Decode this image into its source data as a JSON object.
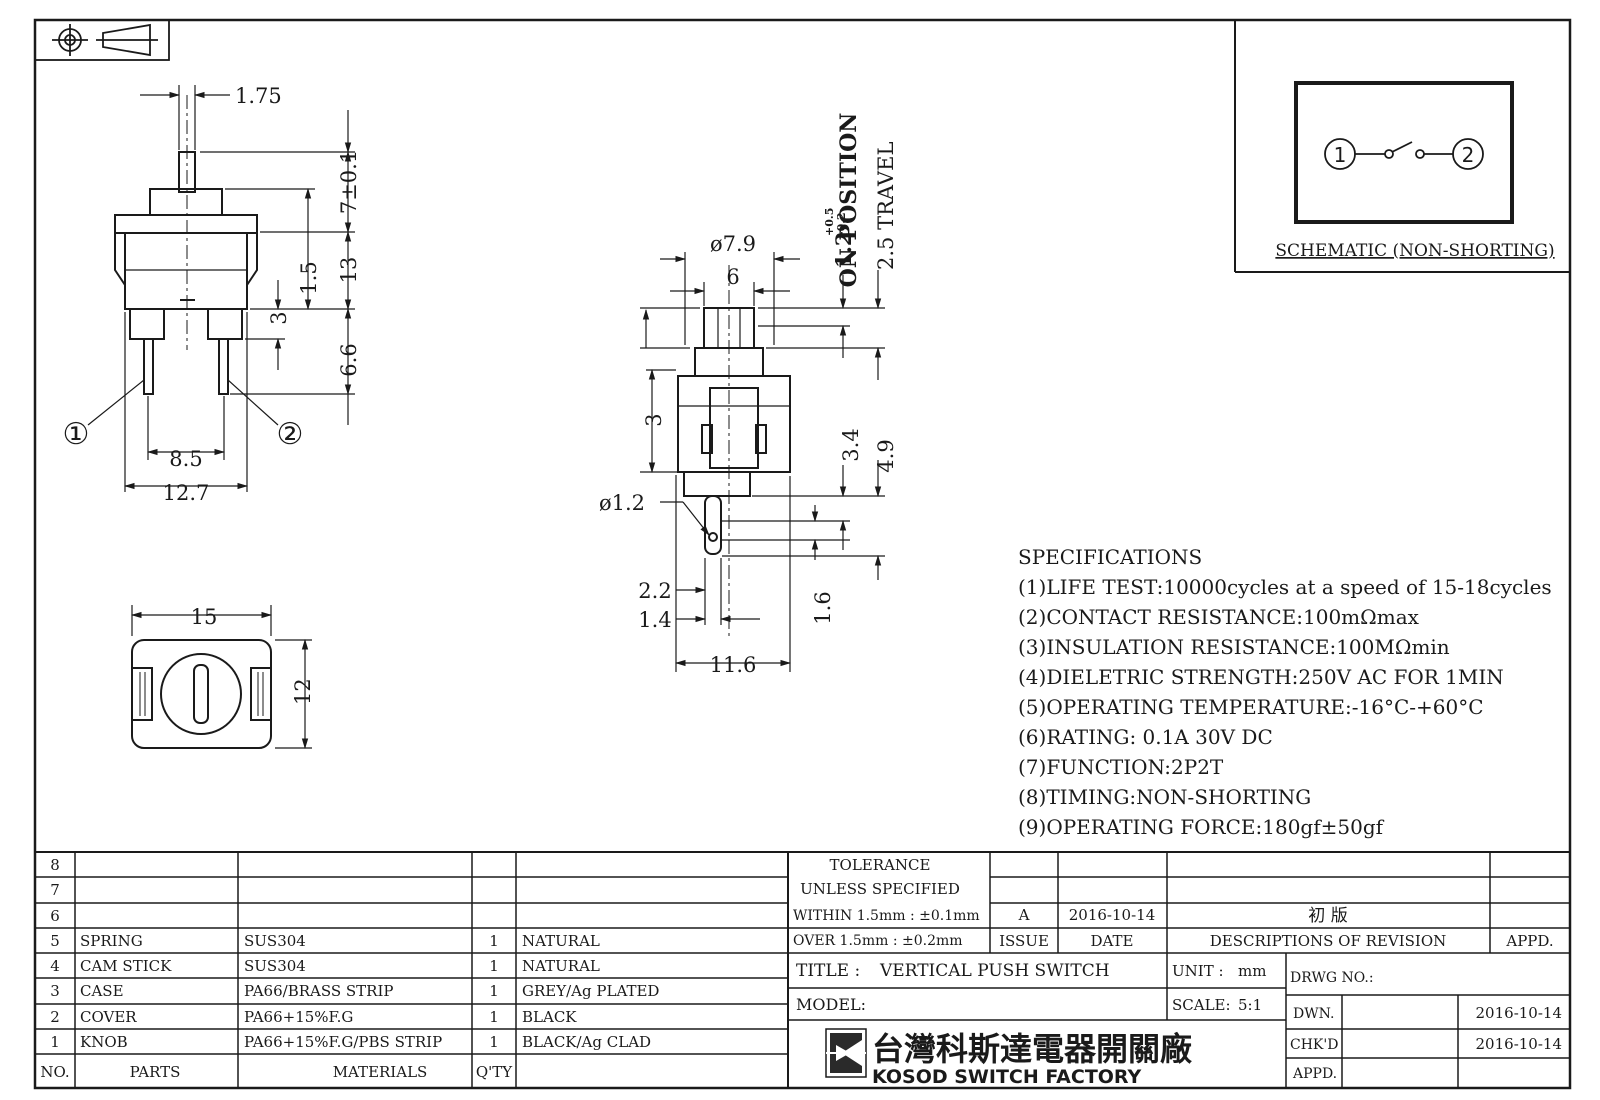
{
  "drawing": {
    "dims_front": {
      "d1_75": "1.75",
      "d7": "7±0.1",
      "d1_5": "1.5",
      "d13": "13",
      "d3": "3",
      "d6_6": "6.6",
      "d8_5": "8.5",
      "d12_7": "12.7",
      "pin1": "①",
      "pin2": "②"
    },
    "dims_bottom": {
      "d15": "15",
      "d12": "12"
    },
    "dims_side": {
      "d7_9": "ø7.9",
      "d6": "6",
      "on_position": "ON POSITION",
      "on_value": "1.2",
      "on_tol_plus": "+0.5",
      "on_tol_minus": "-0.2",
      "travel": "2.5 TRAVEL",
      "d3": "3",
      "d3_4": "3.4",
      "d4_9": "4.9",
      "d1_2": "ø1.2",
      "d2_2": "2.2",
      "d1_4": "1.4",
      "d1_6": "1.6",
      "d11_6": "11.6"
    },
    "schematic": {
      "label": "SCHEMATIC (NON-SHORTING)",
      "node1": "1",
      "node2": "2"
    }
  },
  "specifications": {
    "title": "SPECIFICATIONS",
    "items": [
      "(1)LIFE TEST:10000cycles at a speed of 15-18cycles",
      "(2)CONTACT RESISTANCE:100mΩmax",
      "(3)INSULATION RESISTANCE:100MΩmin",
      "(4)DIELETRIC STRENGTH:250V AC FOR 1MIN",
      "(5)OPERATING TEMPERATURE:-16°C-+60°C",
      "(6)RATING: 0.1A 30V DC",
      "(7)FUNCTION:2P2T",
      "(8)TIMING:NON-SHORTING",
      "(9)OPERATING FORCE:180gf±50gf"
    ]
  },
  "bom": {
    "headers": {
      "no": "NO.",
      "parts": "PARTS",
      "materials": "MATERIALS",
      "qty": "Q'TY"
    },
    "rows": [
      {
        "no": "8",
        "part": "",
        "material": "",
        "qty": "",
        "finish": ""
      },
      {
        "no": "7",
        "part": "",
        "material": "",
        "qty": "",
        "finish": ""
      },
      {
        "no": "6",
        "part": "",
        "material": "",
        "qty": "",
        "finish": ""
      },
      {
        "no": "5",
        "part": "SPRING",
        "material": "SUS304",
        "qty": "1",
        "finish": "NATURAL"
      },
      {
        "no": "4",
        "part": "CAM STICK",
        "material": "SUS304",
        "qty": "1",
        "finish": "NATURAL"
      },
      {
        "no": "3",
        "part": "CASE",
        "material": "PA66/BRASS STRIP",
        "qty": "1",
        "finish": "GREY/Ag PLATED"
      },
      {
        "no": "2",
        "part": "COVER",
        "material": "PA66+15%F.G",
        "qty": "1",
        "finish": "BLACK"
      },
      {
        "no": "1",
        "part": "KNOB",
        "material": "PA66+15%F.G/PBS STRIP",
        "qty": "1",
        "finish": "BLACK/Ag CLAD"
      }
    ]
  },
  "tolerance": {
    "line1": "TOLERANCE",
    "line2": "UNLESS SPECIFIED",
    "line3": "WITHIN 1.5mm : ±0.1mm",
    "line4": "OVER 1.5mm : ±0.2mm"
  },
  "revision": {
    "issue": "A",
    "date": "2016-10-14",
    "description": "初  版",
    "issue_label": "ISSUE",
    "date_label": "DATE",
    "desc_label": "DESCRIPTIONS OF REVISION",
    "appd_label": "APPD."
  },
  "title_block": {
    "title_label": "TITLE :",
    "title": "VERTICAL PUSH SWITCH",
    "unit_label": "UNIT :",
    "unit": "mm",
    "model_label": "MODEL:",
    "scale_label": "SCALE:",
    "scale": "5:1",
    "drwg_label": "DRWG NO.:",
    "dwn_label": "DWN.",
    "dwn_date": "2016-10-14",
    "chkd_label": "CHK'D",
    "chkd_date": "2016-10-14",
    "appd_label": "APPD.",
    "company_cn": "台灣科斯達電器開關廠",
    "company_en": "KOSOD SWITCH FACTORY"
  }
}
